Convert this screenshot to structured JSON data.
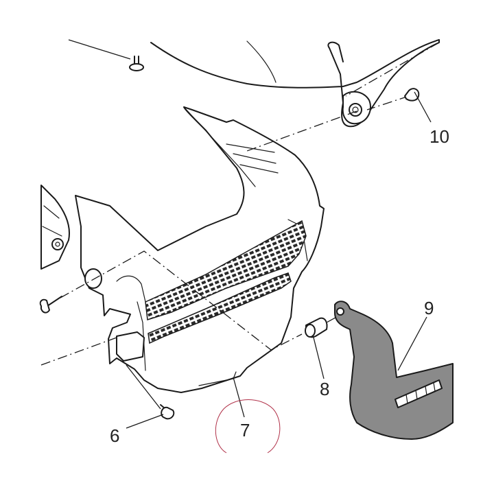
{
  "callouts": [
    {
      "id": "6",
      "label": "6"
    },
    {
      "id": "7",
      "label": "7"
    },
    {
      "id": "8",
      "label": "8"
    },
    {
      "id": "9",
      "label": "9"
    },
    {
      "id": "10",
      "label": "10"
    }
  ],
  "colors": {
    "line": "#1a1a1a",
    "highlighted_part_fill": "#8a8a8a",
    "highlight_circle": "#b03048",
    "background": "#ffffff"
  }
}
